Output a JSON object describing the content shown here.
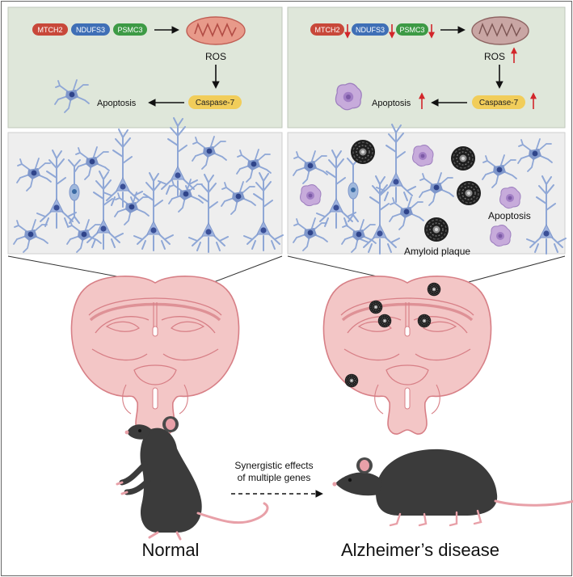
{
  "left_panel": {
    "genes": [
      "MTCH2",
      "NDUFS3",
      "PSMC3"
    ],
    "ros": "ROS",
    "caspase": "Caspase-7",
    "apoptosis": "Apoptosis"
  },
  "right_panel": {
    "genes": [
      "MTCH2",
      "NDUFS3",
      "PSMC3"
    ],
    "ros": "ROS",
    "caspase": "Caspase-7",
    "apoptosis": "Apoptosis",
    "apoptosis_label": "Apoptosis",
    "plaque_label": "Amyloid plaque"
  },
  "transition": {
    "line1": "Synergistic effects",
    "line2": "of multiple genes"
  },
  "captions": {
    "normal": "Normal",
    "disease": "Alzheimer’s disease"
  },
  "colors": {
    "mtch2": "#c8483a",
    "ndufs3": "#3f6fb6",
    "psmc3": "#3d9a45",
    "caspase": "#f1cd5a",
    "pathway_bg": "#dfe7da",
    "tissue_bg": "#eeeeee",
    "brain_fill": "#f3c6c6",
    "brain_stroke": "#d77f86",
    "neuron": "#8fa7d6",
    "neuron_nucleus": "#3a4f97",
    "plaque": "#222222",
    "apoptotic_cell": "#b79bd0",
    "up_arrow": "#d2262a",
    "mouse": "#3b3b3b"
  }
}
